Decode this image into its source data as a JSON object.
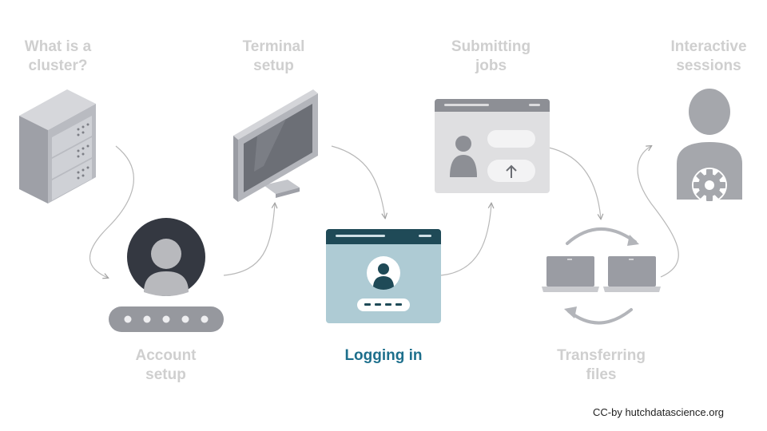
{
  "steps": {
    "cluster": {
      "line1": "What is a",
      "line2": "cluster?"
    },
    "terminal": {
      "line1": "Terminal",
      "line2": "setup"
    },
    "jobs": {
      "line1": "Submitting",
      "line2": "jobs"
    },
    "interactive": {
      "line1": "Interactive",
      "line2": "sessions"
    },
    "account": {
      "line1": "Account",
      "line2": "setup"
    },
    "login": {
      "line1": "Logging in"
    },
    "transfer": {
      "line1": "Transferring",
      "line2": "files"
    }
  },
  "active_step": "login",
  "credit": "CC-by hutchdatascience.org",
  "colors": {
    "inactive": "#cfcfcf",
    "active": "#1d6f8c",
    "dark_teal": "#1f4a57",
    "light_teal": "#aecbd4"
  },
  "icons": [
    "server-icon",
    "monitor-icon",
    "upload-window-icon",
    "user-gear-icon",
    "user-avatar-icon",
    "login-window-icon",
    "laptops-transfer-icon"
  ]
}
